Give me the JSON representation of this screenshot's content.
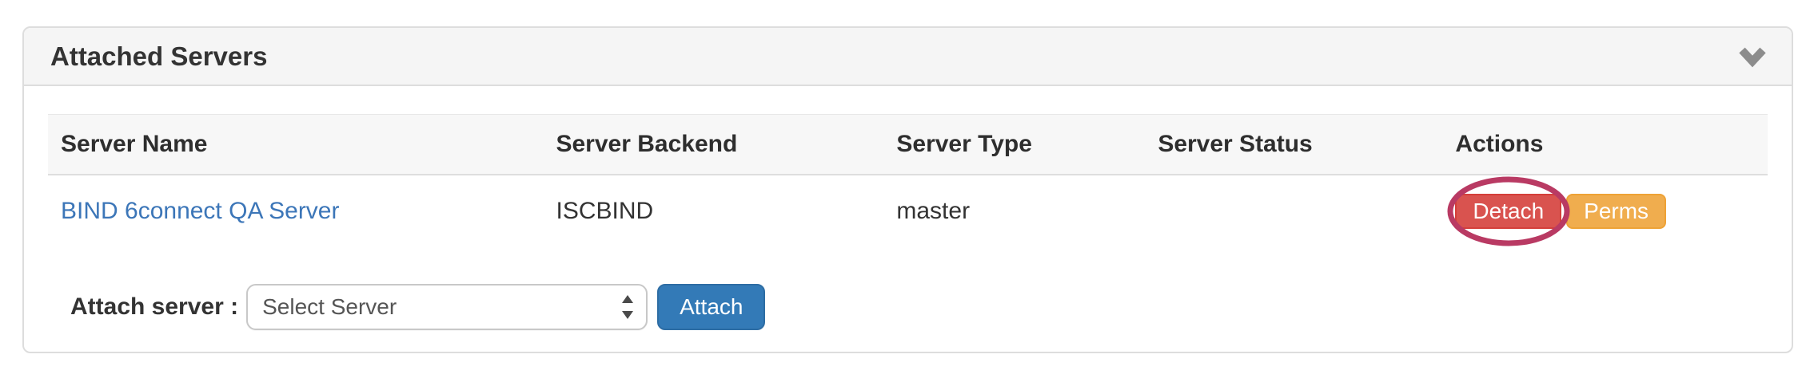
{
  "panel": {
    "title": "Attached Servers"
  },
  "table": {
    "columns": [
      "Server Name",
      "Server Backend",
      "Server Type",
      "Server Status",
      "Actions"
    ],
    "rows": [
      {
        "name": "BIND 6connect QA Server",
        "backend": "ISCBIND",
        "type": "master",
        "status": "",
        "actions": [
          {
            "label": "Detach",
            "style": "danger",
            "annotated": true
          },
          {
            "label": "Perms",
            "style": "warning"
          }
        ]
      }
    ]
  },
  "attach_form": {
    "label": "Attach server :",
    "select_value": "Select Server",
    "button_label": "Attach"
  },
  "annotation": {
    "type": "ellipse-highlight",
    "target": "Detach button",
    "color": "#b93a63"
  },
  "colors": {
    "danger": "#d9534f",
    "warning": "#f0ad4e",
    "primary": "#337ab7",
    "link": "#3c76b8",
    "panel_header_bg": "#f5f5f5",
    "table_header_bg": "#f7f7f7",
    "border": "#dddddd"
  },
  "icons": {
    "collapse": "chevron-down-icon",
    "select_stepper": "select-stepper-icon"
  }
}
